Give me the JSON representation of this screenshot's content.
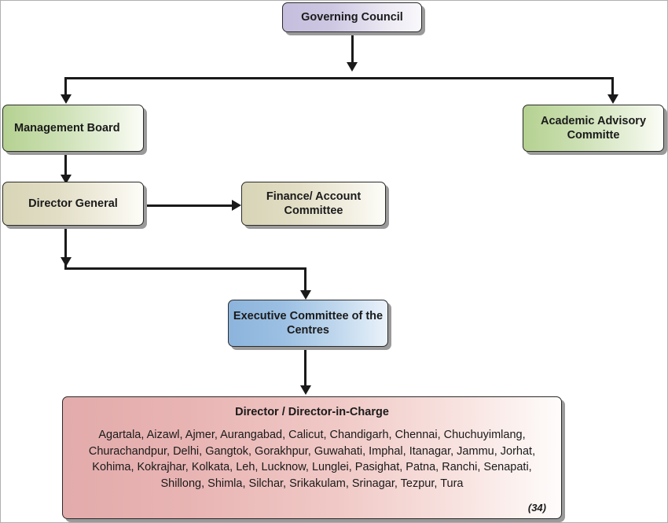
{
  "chart_data": {
    "type": "diagram",
    "title": "Organisational structure chart",
    "nodes": [
      {
        "id": "governing-council",
        "label": "Governing Council",
        "color": "#c5bedd",
        "level": 0
      },
      {
        "id": "management-board",
        "label": "Management Board",
        "color": "#b5d191",
        "level": 1
      },
      {
        "id": "academic-advisory-committe",
        "label": "Academic Advisory Committe",
        "color": "#b5d191",
        "level": 1
      },
      {
        "id": "director-general",
        "label": "Director General",
        "color": "#d8d4b6",
        "level": 2
      },
      {
        "id": "finance-account-committee",
        "label": "Finance/ Account Committee",
        "color": "#d8d4b6",
        "level": 2
      },
      {
        "id": "executive-committee-of-the-centres",
        "label": "Executive Committee of the Centres",
        "color": "#8cb4dc",
        "level": 3
      },
      {
        "id": "director-or-director-in-charge",
        "label": "Director / Director-in-Charge",
        "color": "#e3abab",
        "level": 4
      }
    ],
    "edges": [
      {
        "from": "governing-council",
        "to": "management-board"
      },
      {
        "from": "governing-council",
        "to": "academic-advisory-committe"
      },
      {
        "from": "management-board",
        "to": "director-general"
      },
      {
        "from": "director-general",
        "to": "finance-account-committee"
      },
      {
        "from": "director-general",
        "to": "executive-committee-of-the-centres"
      },
      {
        "from": "executive-committee-of-the-centres",
        "to": "director-or-director-in-charge"
      }
    ]
  },
  "nodes": {
    "governing_council": {
      "label": "Governing Council"
    },
    "management_board": {
      "label": "Management Board"
    },
    "academic_advisory": {
      "label": "Academic Advisory Committe"
    },
    "director_general": {
      "label": "Director General"
    },
    "finance_account": {
      "label": "Finance/ Account Committee"
    },
    "executive_committee": {
      "label": "Executive Committee of the Centres"
    }
  },
  "directors": {
    "title": "Director / Director-in-Charge",
    "list_text": "Agartala, Aizawl, Ajmer, Aurangabad, Calicut, Chandigarh, Chennai, Chuchuyimlang, Churachandpur, Delhi, Gangtok, Gorakhpur, Guwahati, Imphal, Itanagar, Jammu, Jorhat, Kohima, Kokrajhar, Kolkata, Leh, Lucknow, Lunglei, Pasighat, Patna, Ranchi, Senapati, Shillong, Shimla, Silchar, Srikakulam, Srinagar, Tezpur, Tura",
    "count_label": "(34)",
    "count": 34,
    "centres": [
      "Agartala",
      "Aizawl",
      "Ajmer",
      "Aurangabad",
      "Calicut",
      "Chandigarh",
      "Chennai",
      "Chuchuyimlang",
      "Churachandpur",
      "Delhi",
      "Gangtok",
      "Gorakhpur",
      "Guwahati",
      "Imphal",
      "Itanagar",
      "Jammu",
      "Jorhat",
      "Kohima",
      "Kokrajhar",
      "Kolkata",
      "Leh",
      "Lucknow",
      "Lunglei",
      "Pasighat",
      "Patna",
      "Ranchi",
      "Senapati",
      "Shillong",
      "Shimla",
      "Silchar",
      "Srikakulam",
      "Srinagar",
      "Tezpur",
      "Tura"
    ]
  },
  "colors": {
    "governing_council": "#c5bedd",
    "board_green": "#b5d191",
    "khaki": "#d8d4b6",
    "executive_blue": "#8cb4dc",
    "directors_pink": "#e3abab",
    "connector": "#1a1a1a",
    "background": "#ffffff"
  }
}
